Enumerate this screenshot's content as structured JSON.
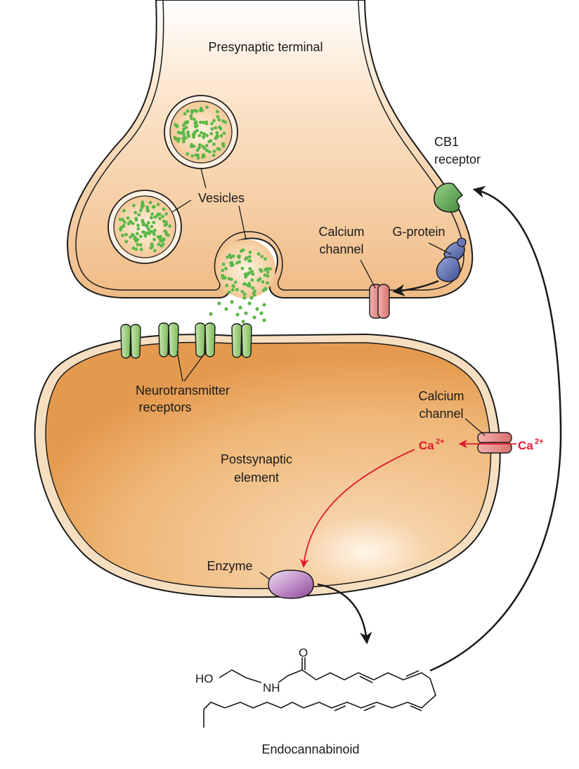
{
  "labels": {
    "presynaptic": "Presynaptic terminal",
    "vesicles": "Vesicles",
    "cb1_line1": "CB1",
    "cb1_line2": "receptor",
    "calcium_pre_line1": "Calcium",
    "calcium_pre_line2": "channel",
    "gprotein": "G-protein",
    "nt_line1": "Neurotransmitter",
    "nt_line2": "receptors",
    "calcium_post_line1": "Calcium",
    "calcium_post_line2": "channel",
    "postsynaptic_line1": "Postsynaptic",
    "postsynaptic_line2": "element",
    "enzyme": "Enzyme",
    "endocannabinoid": "Endocannabinoid"
  },
  "ions": {
    "inside_base": "Ca",
    "inside_charge": "2+",
    "outside_base": "Ca",
    "outside_charge": "2+"
  },
  "molecule": {
    "ho": "HO",
    "nh": "NH",
    "o": "O"
  },
  "colors": {
    "cell_fill": "#f2c48f",
    "cell_dark": "#e59c52",
    "membrane": "#f6dfc0",
    "vesicle_dot": "#5bb848",
    "cb1": "#5aa84d",
    "gprotein": "#5060a6",
    "calcium_channel": "#e79490",
    "nt_receptor": "#9ccd7a",
    "enzyme": "#9b5aa5",
    "ion_red": "#e0192e"
  }
}
